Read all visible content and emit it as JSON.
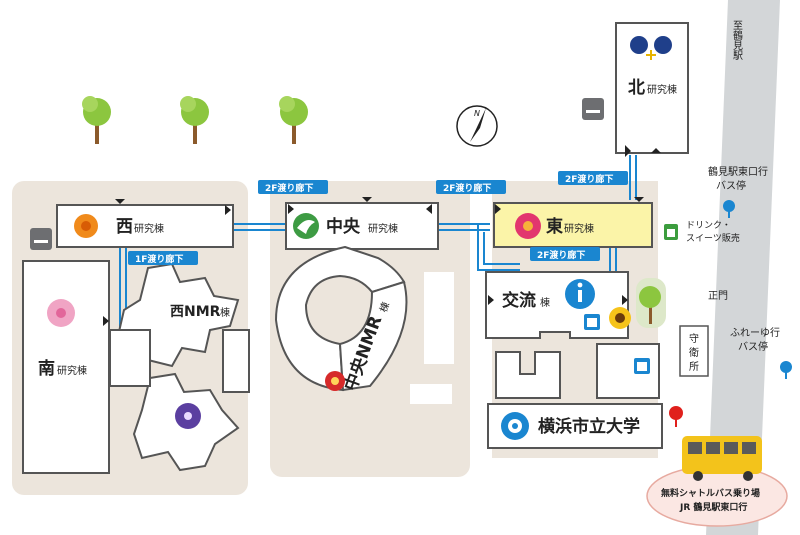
{
  "buildings": {
    "north": {
      "main": "北",
      "sub": "研究棟"
    },
    "west": {
      "main": "西",
      "sub": "研究棟"
    },
    "central": {
      "main": "中央",
      "sub": "研究棟"
    },
    "east": {
      "main": "東",
      "sub": "研究棟"
    },
    "south": {
      "main": "南",
      "sub": "研究棟"
    },
    "west_nmr": {
      "main": "西NMR",
      "sub": "棟"
    },
    "central_nmr": {
      "main": "中央NMR",
      "sub": "棟"
    },
    "exchange": {
      "main": "交流",
      "sub": "棟"
    },
    "university": {
      "main": "横浜市立大学"
    }
  },
  "bridges": {
    "b1": "2F渡り廊下",
    "b2": "2F渡り廊下",
    "b3": "2F渡り廊下",
    "b4": "2F渡り廊下",
    "b5": "1F渡り廊下"
  },
  "labels": {
    "to_station": "至鶴見駅",
    "bus_tsurumi_1": "鶴見駅東口行",
    "bus_tsurumi_2": "バス停",
    "bus_fureyu_1": "ふれーゆ行",
    "bus_fureyu_2": "バス停",
    "main_gate": "正門",
    "guard_1": "守",
    "guard_2": "衛",
    "guard_3": "所",
    "drink_1": "ドリンク・",
    "drink_2": "スイーツ販売",
    "compass_n": "N",
    "shuttle_1": "無料シャトルバス乗り場",
    "shuttle_2": "JR 鶴見駅東口行"
  },
  "colors": {
    "area": "#ece5dc",
    "road": "#d3d6d8",
    "building_stroke": "#555555",
    "east_highlight": "#fbf4a8",
    "bridge_blue": "#1a86d0",
    "pin_blue": "#1a86d0",
    "pin_red": "#e0201c",
    "bus_yellow": "#f3c31b",
    "shuttle_oval": "#fbe7e3"
  },
  "icons": [
    "smoking-area-icon",
    "tree-icon",
    "compass-icon",
    "info-icon",
    "shop-icon",
    "sunflower-icon",
    "bus-icon",
    "pin-icon",
    "university-logo-icon"
  ]
}
